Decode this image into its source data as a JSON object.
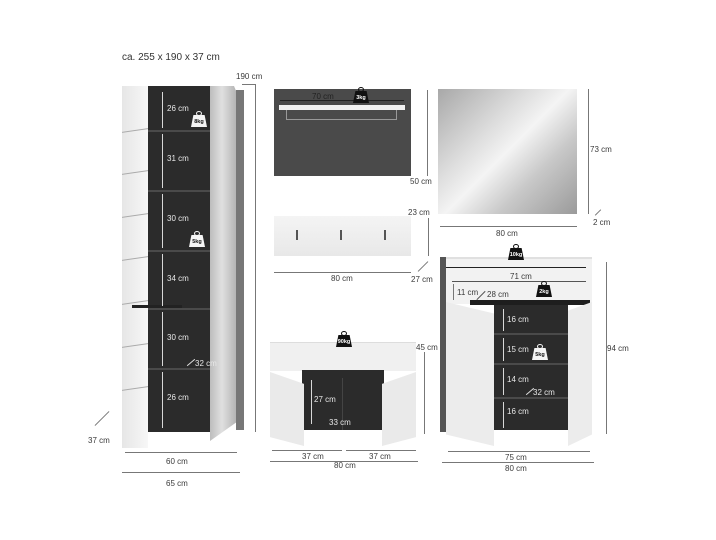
{
  "title": "ca. 255 x 190 x 37 cm",
  "tall_cabinet": {
    "height": "190 cm",
    "depth": "37 cm",
    "inner_width": "60 cm",
    "outer_width": "65 cm",
    "shelf_depth": "32 cm",
    "compartments": [
      "26 cm",
      "31 cm",
      "30 cm",
      "34 cm",
      "30 cm",
      "26 cm"
    ],
    "weights": [
      "8kg",
      "5kg"
    ]
  },
  "wall_panel": {
    "rail_width": "70 cm",
    "height": "50 cm",
    "weight": "3kg"
  },
  "mirror": {
    "height": "73 cm",
    "width": "80 cm",
    "depth": "2 cm"
  },
  "coat_rack": {
    "height": "23 cm",
    "width": "80 cm",
    "depth": "27 cm"
  },
  "bench": {
    "height": "45 cm",
    "inner_height": "27 cm",
    "inner_depth": "33 cm",
    "door_left": "37 cm",
    "door_right": "37 cm",
    "width": "80 cm",
    "weight": "90kg"
  },
  "shoe_cabinet": {
    "height": "94 cm",
    "drawer_width": "71 cm",
    "drawer_height": "11 cm",
    "drawer_depth": "28 cm",
    "shelf_depth": "32 cm",
    "compartments": [
      "16 cm",
      "15 cm",
      "14 cm",
      "16 cm"
    ],
    "inner_width": "75 cm",
    "outer_width": "80 cm",
    "weights": [
      "10kg",
      "2kg",
      "5kg"
    ]
  }
}
